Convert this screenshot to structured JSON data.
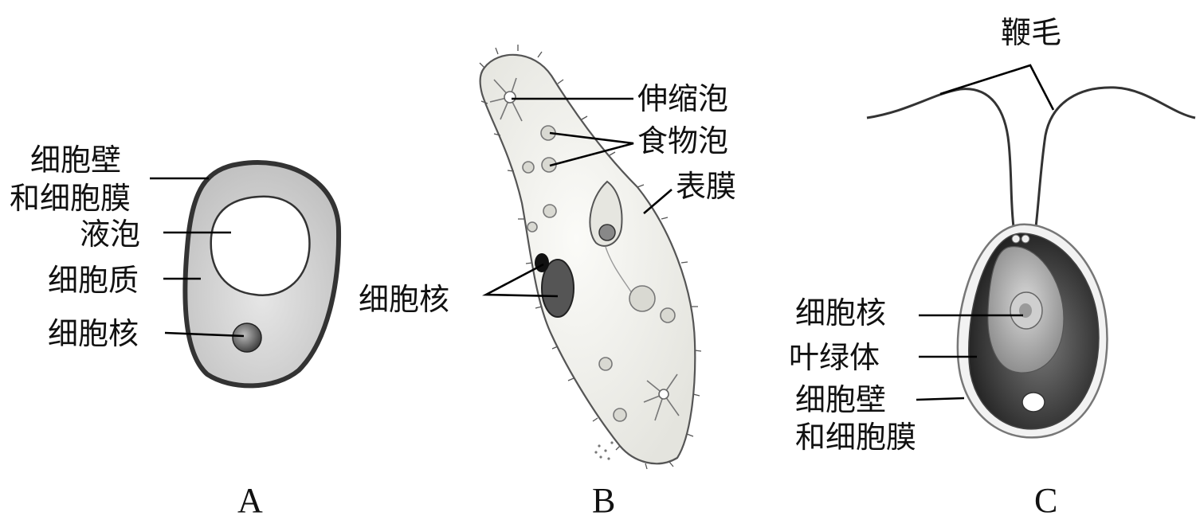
{
  "figure_a": {
    "caption": "A",
    "labels": {
      "cell_wall_line1": "细胞壁",
      "cell_wall_line2": "和细胞膜",
      "vacuole": "液泡",
      "cytoplasm": "细胞质",
      "nucleus": "细胞核"
    }
  },
  "figure_b": {
    "caption": "B",
    "labels": {
      "contractile_vacuole": "伸缩泡",
      "food_vacuole": "食物泡",
      "pellicle": "表膜",
      "nucleus": "细胞核"
    }
  },
  "figure_c": {
    "caption": "C",
    "labels": {
      "flagella": "鞭毛",
      "nucleus": "细胞核",
      "chloroplast": "叶绿体",
      "cell_wall_line1": "细胞壁",
      "cell_wall_line2": "和细胞膜"
    }
  }
}
